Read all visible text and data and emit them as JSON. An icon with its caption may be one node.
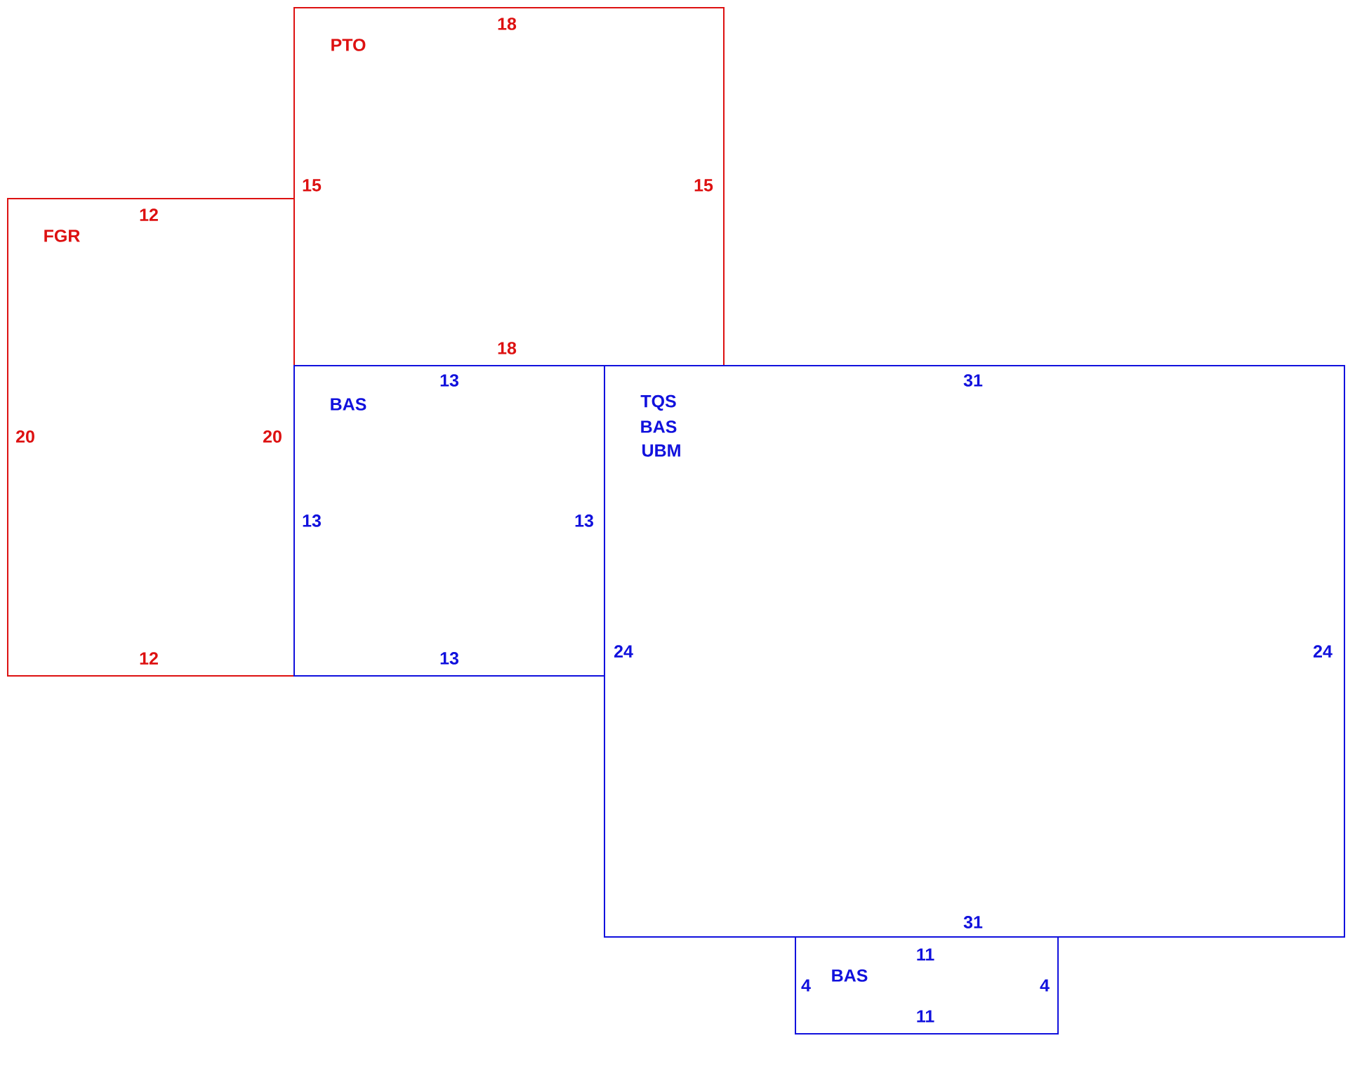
{
  "diagram": {
    "nodes": [
      {
        "text": [
          "PTO",
          "18",
          "15",
          "15",
          "18"
        ]
      },
      {
        "text": [
          "FGR",
          "12",
          "20",
          "20",
          "12"
        ]
      },
      {
        "text": [
          "BAS",
          "13",
          "13",
          "13",
          "13"
        ]
      },
      {
        "text": [
          "TQS",
          "BAS",
          "UBM",
          "31",
          "24",
          "24",
          "31"
        ]
      },
      {
        "text": [
          "BAS",
          "11",
          "4",
          "4",
          "11"
        ]
      }
    ]
  }
}
